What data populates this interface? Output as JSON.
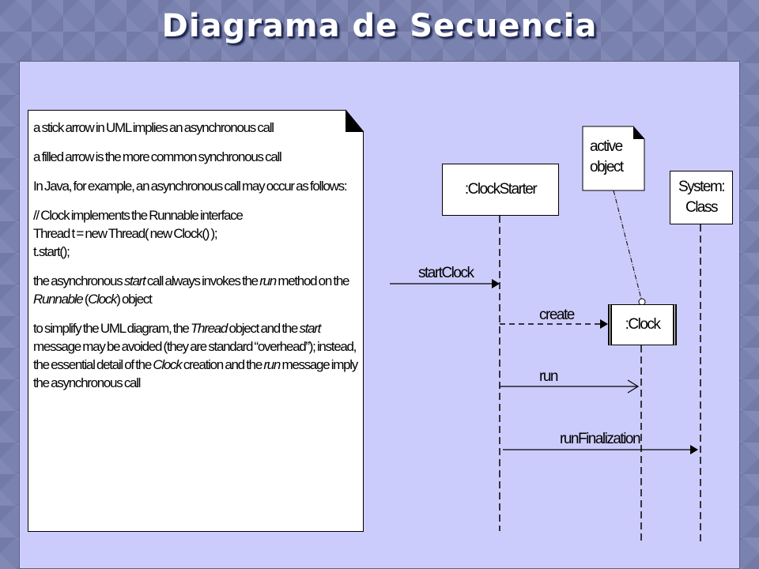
{
  "slide": {
    "title": "Diagrama de Secuencia"
  },
  "note": {
    "p1": "a stick arrow in UML implies an asynchronous call",
    "p2": "a filled arrow is the more common synchronous call",
    "p3": "In Java, for example, an asynchronous call may occur as follows:",
    "code1": "// Clock implements the Runnable interface",
    "code2": "Thread t = new Thread( new Clock() );",
    "code3": "t.start();",
    "p4a": "the asynchronous ",
    "p4b": "start",
    "p4c": " call always invokes the ",
    "p4d": "run",
    "p4e": " method on the ",
    "p4f": "Runnable",
    "p4g": " (",
    "p4h": "Clock",
    "p4i": ") object",
    "p5a": "to simplify the UML diagram, the ",
    "p5b": "Thread",
    "p5c": " object and the ",
    "p5d": "start",
    "p5e": " message may be avoided (they are standard “overhead”); instead, the essential detail of the ",
    "p5f": "Clock",
    "p5g": " creation and the ",
    "p5h": "run",
    "p5i": " message imply the asynchronous call"
  },
  "diagram": {
    "clock_starter": ":ClockStarter",
    "active_object_note_line1": "active",
    "active_object_note_line2": "object",
    "system_class_line1": "System:",
    "system_class_line2": "Class",
    "clock": ":Clock",
    "messages": {
      "start_clock": "startClock",
      "create": "create",
      "run": "run",
      "run_finalization": "runFinalization"
    }
  }
}
